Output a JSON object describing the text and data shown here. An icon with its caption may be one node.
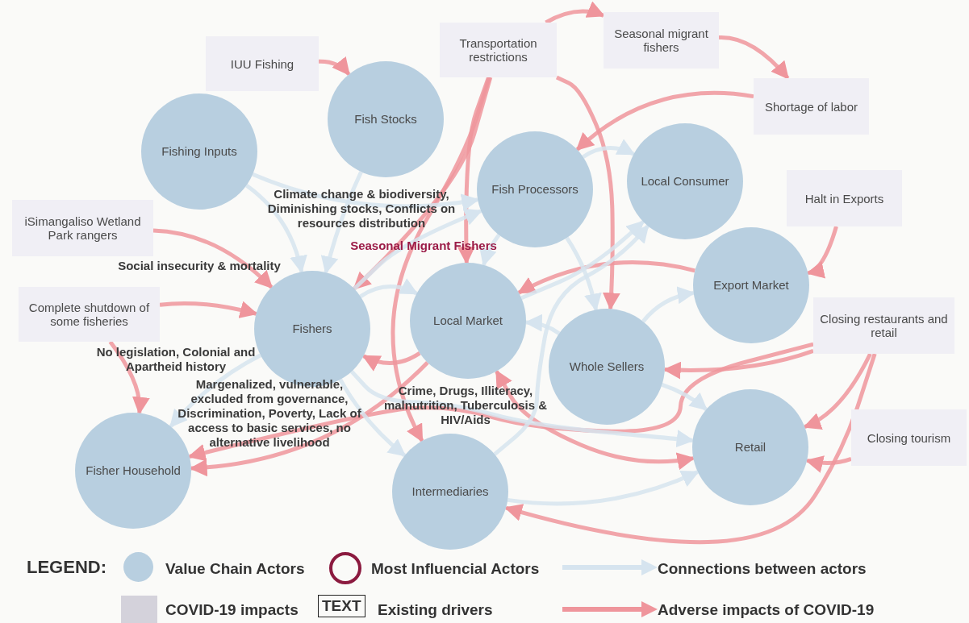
{
  "diagram": {
    "nodes": [
      {
        "text": [
          "IUU Fishing"
        ]
      },
      {
        "text": [
          "Transportation restrictions"
        ]
      },
      {
        "text": [
          "Seasonal migrant fishers"
        ]
      },
      {
        "text": [
          "Shortage of labor"
        ]
      },
      {
        "text": [
          "Fish Stocks"
        ]
      },
      {
        "text": [
          "Fishing Inputs"
        ]
      },
      {
        "text": [
          "Fish Processors"
        ]
      },
      {
        "text": [
          "Local Consumer"
        ]
      },
      {
        "text": [
          "Halt in Exports"
        ]
      },
      {
        "text": [
          "iSimangaliso Wetland Park rangers"
        ]
      },
      {
        "text": [
          "Export Market"
        ]
      },
      {
        "text": [
          "Complete shutdown of some fisheries"
        ]
      },
      {
        "text": [
          "Fishers"
        ]
      },
      {
        "text": [
          "Local Market"
        ]
      },
      {
        "text": [
          "Closing restaurants and retail"
        ]
      },
      {
        "text": [
          "Whole Sellers"
        ]
      },
      {
        "text": [
          "Retail"
        ]
      },
      {
        "text": [
          "Closing tourism"
        ]
      },
      {
        "text": [
          "Fisher Household"
        ]
      },
      {
        "text": [
          "Intermediaries"
        ]
      }
    ],
    "edges": [
      {
        "from": 0,
        "to": 4,
        "arrow": "to"
      },
      {
        "from": 1,
        "to": 2,
        "arrow": "to"
      },
      {
        "from": 2,
        "to": 3,
        "arrow": "to"
      },
      {
        "from": 3,
        "to": 6,
        "arrow": "to"
      },
      {
        "from": 1,
        "to": 12,
        "arrow": "to"
      },
      {
        "from": 1,
        "to": 13,
        "arrow": "to"
      },
      {
        "from": 1,
        "to": 19,
        "arrow": "to"
      },
      {
        "from": 1,
        "to": 15,
        "arrow": "to"
      },
      {
        "from": 8,
        "to": 10,
        "arrow": "to"
      },
      {
        "from": 10,
        "to": 13,
        "arrow": "to"
      },
      {
        "from": 13,
        "to": 12,
        "arrow": "to"
      },
      {
        "from": 11,
        "to": 12,
        "arrow": "to"
      },
      {
        "from": 9,
        "to": 12,
        "arrow": "to"
      },
      {
        "from": 11,
        "to": 18,
        "arrow": "to"
      },
      {
        "from": 14,
        "to": 18,
        "arrow": "to"
      },
      {
        "from": 13,
        "to": 18,
        "arrow": "to"
      },
      {
        "from": 14,
        "to": 15,
        "arrow": "to"
      },
      {
        "from": 14,
        "to": 16,
        "arrow": "to"
      },
      {
        "from": 14,
        "to": 19,
        "arrow": "to"
      },
      {
        "from": 17,
        "to": 16,
        "arrow": "to"
      },
      {
        "from": 13,
        "to": 16,
        "arrow": "both"
      },
      {
        "from": 5,
        "to": 12,
        "arrow": "to",
        "color": "#d6e4ef"
      },
      {
        "from": 5,
        "to": 6,
        "arrow": "to",
        "color": "#d6e4ef"
      },
      {
        "from": 4,
        "to": 12,
        "arrow": "to",
        "color": "#d6e4ef"
      },
      {
        "from": 12,
        "to": 6,
        "arrow": "to",
        "color": "#d6e4ef"
      },
      {
        "from": 12,
        "to": 13,
        "arrow": "to",
        "color": "#d6e4ef"
      },
      {
        "from": 6,
        "to": 7,
        "arrow": "to",
        "color": "#d6e4ef"
      },
      {
        "from": 6,
        "to": 13,
        "arrow": "to",
        "color": "#d6e4ef"
      },
      {
        "from": 6,
        "to": 15,
        "arrow": "to",
        "color": "#d6e4ef"
      },
      {
        "from": 13,
        "to": 7,
        "arrow": "to",
        "color": "#d6e4ef"
      },
      {
        "from": 19,
        "to": 7,
        "arrow": "to",
        "color": "#d6e4ef"
      },
      {
        "from": 15,
        "to": 13,
        "arrow": "to",
        "color": "#d6e4ef"
      },
      {
        "from": 15,
        "to": 10,
        "arrow": "to",
        "color": "#d6e4ef"
      },
      {
        "from": 15,
        "to": 16,
        "arrow": "to",
        "color": "#d6e4ef"
      },
      {
        "from": 12,
        "to": 19,
        "arrow": "to",
        "color": "#d6e4ef"
      },
      {
        "from": 12,
        "to": 18,
        "arrow": "to",
        "color": "#d6e4ef"
      },
      {
        "from": 12,
        "to": 16,
        "arrow": "to",
        "color": "#d6e4ef"
      },
      {
        "from": 19,
        "to": 16,
        "arrow": "to",
        "color": "#d6e4ef"
      }
    ],
    "labels": [
      "Climate change & biodiversity, Diminishing stocks, Conflicts on resources distribution",
      "Seasonal Migrant Fishers",
      "Social insecurity & mortality",
      "No legislation, Colonial and Apartheid history",
      "Margenalized, vulnerable, excluded from governance, Discrimination, Poverty, Lack of access to basic services, no alternative livelihood",
      "Crime, Drugs, Illiteracy, malnutrition, Tuberculosis & HIV/Aids",
      "LEGEND:",
      "TEXT"
    ],
    "legend": [
      {
        "text": "Value Chain Actors",
        "color": "#b8cfe0"
      },
      {
        "text": "Most Influencial Actors"
      },
      {
        "text": "Connections between actors"
      },
      {
        "text": "COVID-19 impacts",
        "color": "#d4d2db"
      },
      {
        "text": "Existing drivers"
      },
      {
        "text": "Adverse impacts of COVID-19"
      }
    ]
  }
}
